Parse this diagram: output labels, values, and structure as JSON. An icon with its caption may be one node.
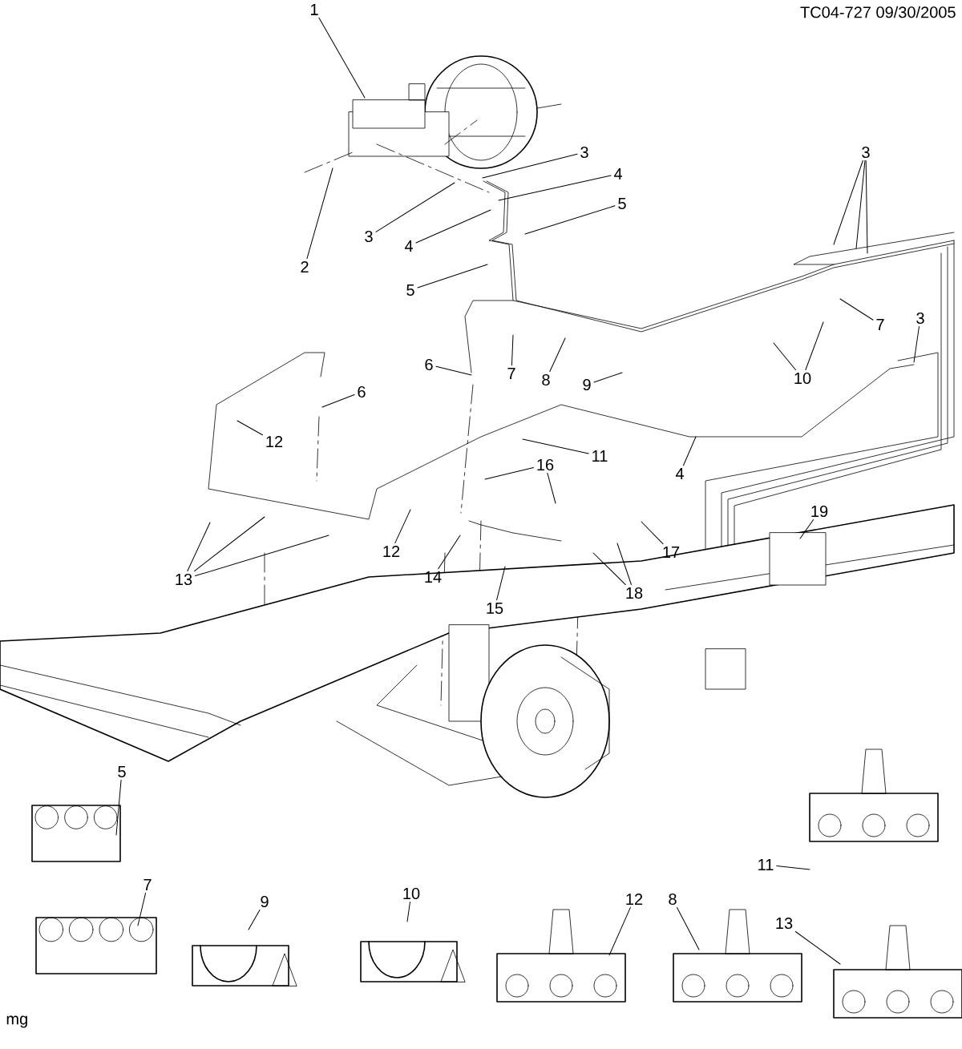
{
  "diagram": {
    "nodes": [
      {
        "text": [
          "1"
        ]
      },
      {
        "text": [
          "2"
        ]
      },
      {
        "text": [
          "3"
        ]
      },
      {
        "text": [
          "3"
        ]
      },
      {
        "text": [
          "4"
        ]
      },
      {
        "text": [
          "4"
        ]
      },
      {
        "text": [
          "5"
        ]
      },
      {
        "text": [
          "5"
        ]
      },
      {
        "text": [
          "3"
        ]
      },
      {
        "text": [
          "7"
        ]
      },
      {
        "text": [
          "6"
        ]
      },
      {
        "text": [
          "7"
        ]
      },
      {
        "text": [
          "8"
        ]
      },
      {
        "text": [
          "9"
        ]
      },
      {
        "text": [
          "10"
        ]
      },
      {
        "text": [
          "3"
        ]
      },
      {
        "text": [
          "6"
        ]
      },
      {
        "text": [
          "12"
        ]
      },
      {
        "text": [
          "11"
        ]
      },
      {
        "text": [
          "4"
        ]
      },
      {
        "text": [
          "16"
        ]
      },
      {
        "text": [
          "13"
        ]
      },
      {
        "text": [
          "12"
        ]
      },
      {
        "text": [
          "14"
        ]
      },
      {
        "text": [
          "17"
        ]
      },
      {
        "text": [
          "19"
        ]
      },
      {
        "text": [
          "15"
        ]
      },
      {
        "text": [
          "18"
        ]
      },
      {
        "text": [
          "5"
        ]
      },
      {
        "text": [
          "11"
        ]
      },
      {
        "text": [
          "7"
        ]
      },
      {
        "text": [
          "9"
        ]
      },
      {
        "text": [
          "10"
        ]
      },
      {
        "text": [
          "12"
        ]
      },
      {
        "text": [
          "8"
        ]
      },
      {
        "text": [
          "13"
        ]
      }
    ],
    "edges": [
      {
        "from": 0,
        "to": null,
        "arrow": "none"
      },
      {
        "from": 1,
        "to": null,
        "arrow": "none"
      },
      {
        "from": 2,
        "to": null,
        "arrow": "none"
      },
      {
        "from": 3,
        "to": null,
        "arrow": "none"
      },
      {
        "from": 4,
        "to": null,
        "arrow": "none"
      },
      {
        "from": 5,
        "to": null,
        "arrow": "none"
      },
      {
        "from": 6,
        "to": null,
        "arrow": "none"
      },
      {
        "from": 7,
        "to": null,
        "arrow": "none"
      },
      {
        "from": 8,
        "to": null,
        "arrow": "none"
      },
      {
        "from": 8,
        "to": null,
        "arrow": "none"
      },
      {
        "from": 8,
        "to": null,
        "arrow": "none"
      },
      {
        "from": 9,
        "to": null,
        "arrow": "none"
      },
      {
        "from": 10,
        "to": null,
        "arrow": "none"
      },
      {
        "from": 11,
        "to": null,
        "arrow": "none"
      },
      {
        "from": 12,
        "to": null,
        "arrow": "none"
      },
      {
        "from": 13,
        "to": null,
        "arrow": "none"
      },
      {
        "from": 14,
        "to": null,
        "arrow": "none"
      },
      {
        "from": 14,
        "to": null,
        "arrow": "none"
      },
      {
        "from": 15,
        "to": null,
        "arrow": "none"
      },
      {
        "from": 16,
        "to": null,
        "arrow": "none"
      },
      {
        "from": 17,
        "to": null,
        "arrow": "none"
      },
      {
        "from": 18,
        "to": null,
        "arrow": "none"
      },
      {
        "from": 19,
        "to": null,
        "arrow": "none"
      },
      {
        "from": 20,
        "to": null,
        "arrow": "none"
      },
      {
        "from": 20,
        "to": null,
        "arrow": "none"
      },
      {
        "from": 21,
        "to": null,
        "arrow": "none"
      },
      {
        "from": 21,
        "to": null,
        "arrow": "none"
      },
      {
        "from": 21,
        "to": null,
        "arrow": "none"
      },
      {
        "from": 22,
        "to": null,
        "arrow": "none"
      },
      {
        "from": 23,
        "to": null,
        "arrow": "none"
      },
      {
        "from": 24,
        "to": null,
        "arrow": "none"
      },
      {
        "from": 25,
        "to": null,
        "arrow": "none"
      },
      {
        "from": 26,
        "to": null,
        "arrow": "none"
      },
      {
        "from": 27,
        "to": null,
        "arrow": "none"
      },
      {
        "from": 27,
        "to": null,
        "arrow": "none"
      },
      {
        "from": 28,
        "to": null,
        "arrow": "none"
      },
      {
        "from": 29,
        "to": null,
        "arrow": "none"
      },
      {
        "from": 30,
        "to": null,
        "arrow": "none"
      },
      {
        "from": 31,
        "to": null,
        "arrow": "none"
      },
      {
        "from": 32,
        "to": null,
        "arrow": "none"
      },
      {
        "from": 33,
        "to": null,
        "arrow": "none"
      },
      {
        "from": 34,
        "to": null,
        "arrow": "none"
      },
      {
        "from": 35,
        "to": null,
        "arrow": "none"
      }
    ],
    "labels": [
      "TC04-727 09/30/2005",
      "mg"
    ]
  }
}
